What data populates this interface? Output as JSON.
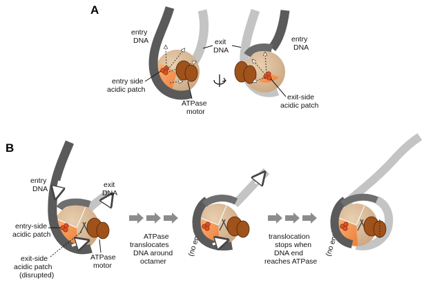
{
  "panels": {
    "a": {
      "letter": "A"
    },
    "b": {
      "letter": "B"
    }
  },
  "panel_a": {
    "left": {
      "entry_dna": [
        "entry",
        "DNA"
      ],
      "acidic_patch": [
        "entry side",
        "acidic patch"
      ],
      "motor": [
        "ATPase",
        "motor"
      ]
    },
    "exit_dna": [
      "exit",
      "DNA"
    ],
    "right": {
      "entry_dna": [
        "entry",
        "DNA"
      ],
      "acidic_patch": [
        "exit-side",
        "acidic patch"
      ]
    }
  },
  "panel_b": {
    "stage1": {
      "entry_dna": [
        "entry",
        "DNA"
      ],
      "exit_dna": [
        "exit",
        "DNA"
      ],
      "entry_patch": [
        "entry-side",
        "acidic patch"
      ],
      "exit_patch": [
        "exit-side",
        "acidic patch",
        "(disrupted)"
      ],
      "motor": [
        "ATPase",
        "motor"
      ]
    },
    "step1_caption": [
      "ATPase",
      "translocates",
      "DNA around",
      "octamer"
    ],
    "stage2_note": "(no entry DNA)",
    "step2_caption": [
      "translocation",
      "stops when",
      "DNA end",
      "reaches ATPase"
    ],
    "stage3_note": "(no entry DNA)"
  },
  "colors": {
    "dark_dna": "#555555",
    "light_dna": "#bdbdbd",
    "motor": "#a0521b",
    "octamer_tan": "#d8b896",
    "octamer_orange": "#f2934a",
    "acidic_patch": "#e0521f",
    "arrow_grey": "#8c8c8c"
  }
}
